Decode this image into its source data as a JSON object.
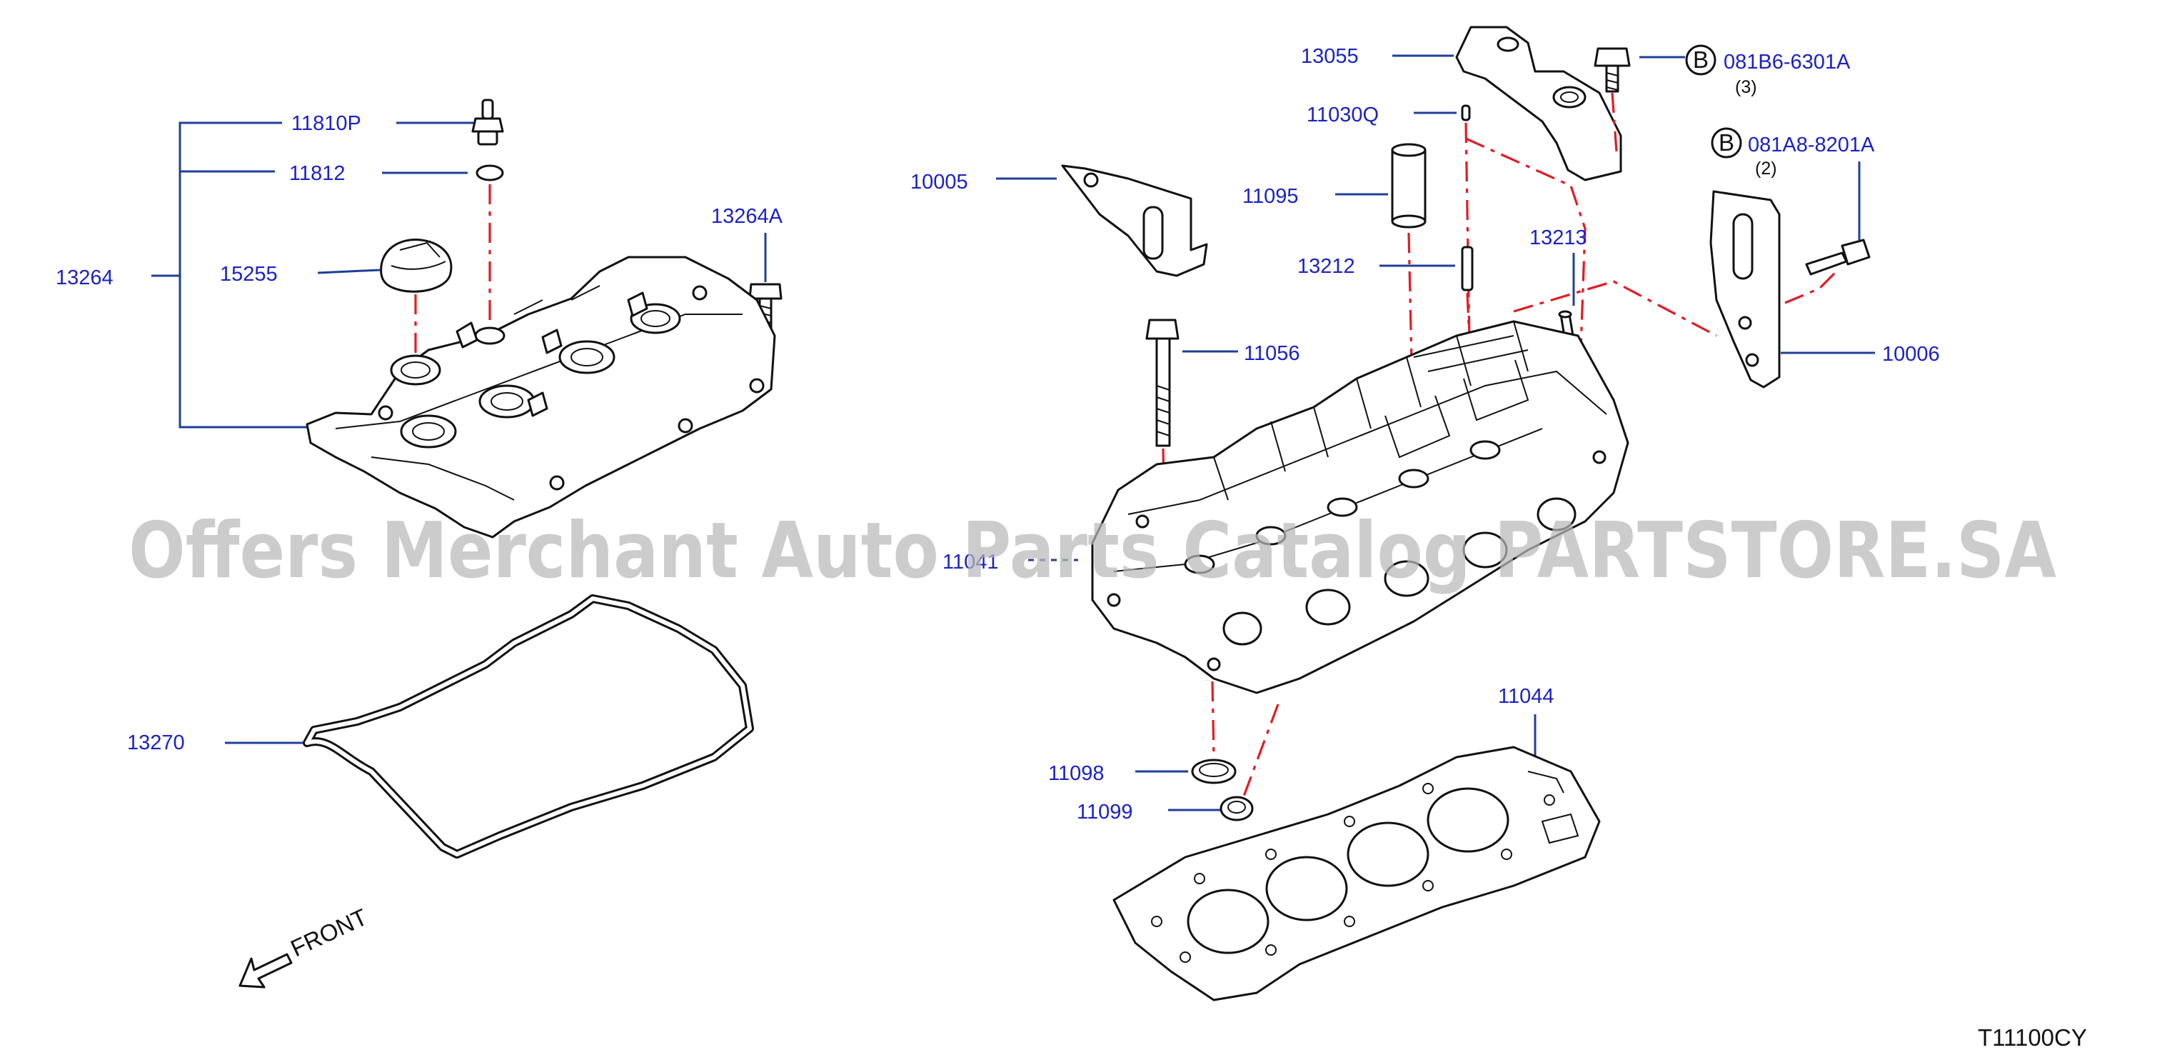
{
  "diagram": {
    "code": "T11100CY",
    "watermark": "Offers Merchant Auto Parts Catalog PARTSTORE.SA",
    "front_label": "FRONT",
    "callouts": {
      "c11810P": "11810P",
      "c11812": "11812",
      "c13264": "13264",
      "c15255": "15255",
      "c13264A": "13264A",
      "c13270": "13270",
      "c10005": "10005",
      "c13055": "13055",
      "c11030Q": "11030Q",
      "c11095": "11095",
      "c13212": "13212",
      "c13213": "13213",
      "c11056": "11056",
      "c11041": "11041",
      "c11044": "11044",
      "c11098": "11098",
      "c11099": "11099",
      "c10006": "10006"
    },
    "bolt_refs": [
      {
        "mark": "B",
        "part": "081B6-6301A",
        "qty": "(3)"
      },
      {
        "mark": "B",
        "part": "081A8-8201A",
        "qty": "(2)"
      }
    ]
  }
}
